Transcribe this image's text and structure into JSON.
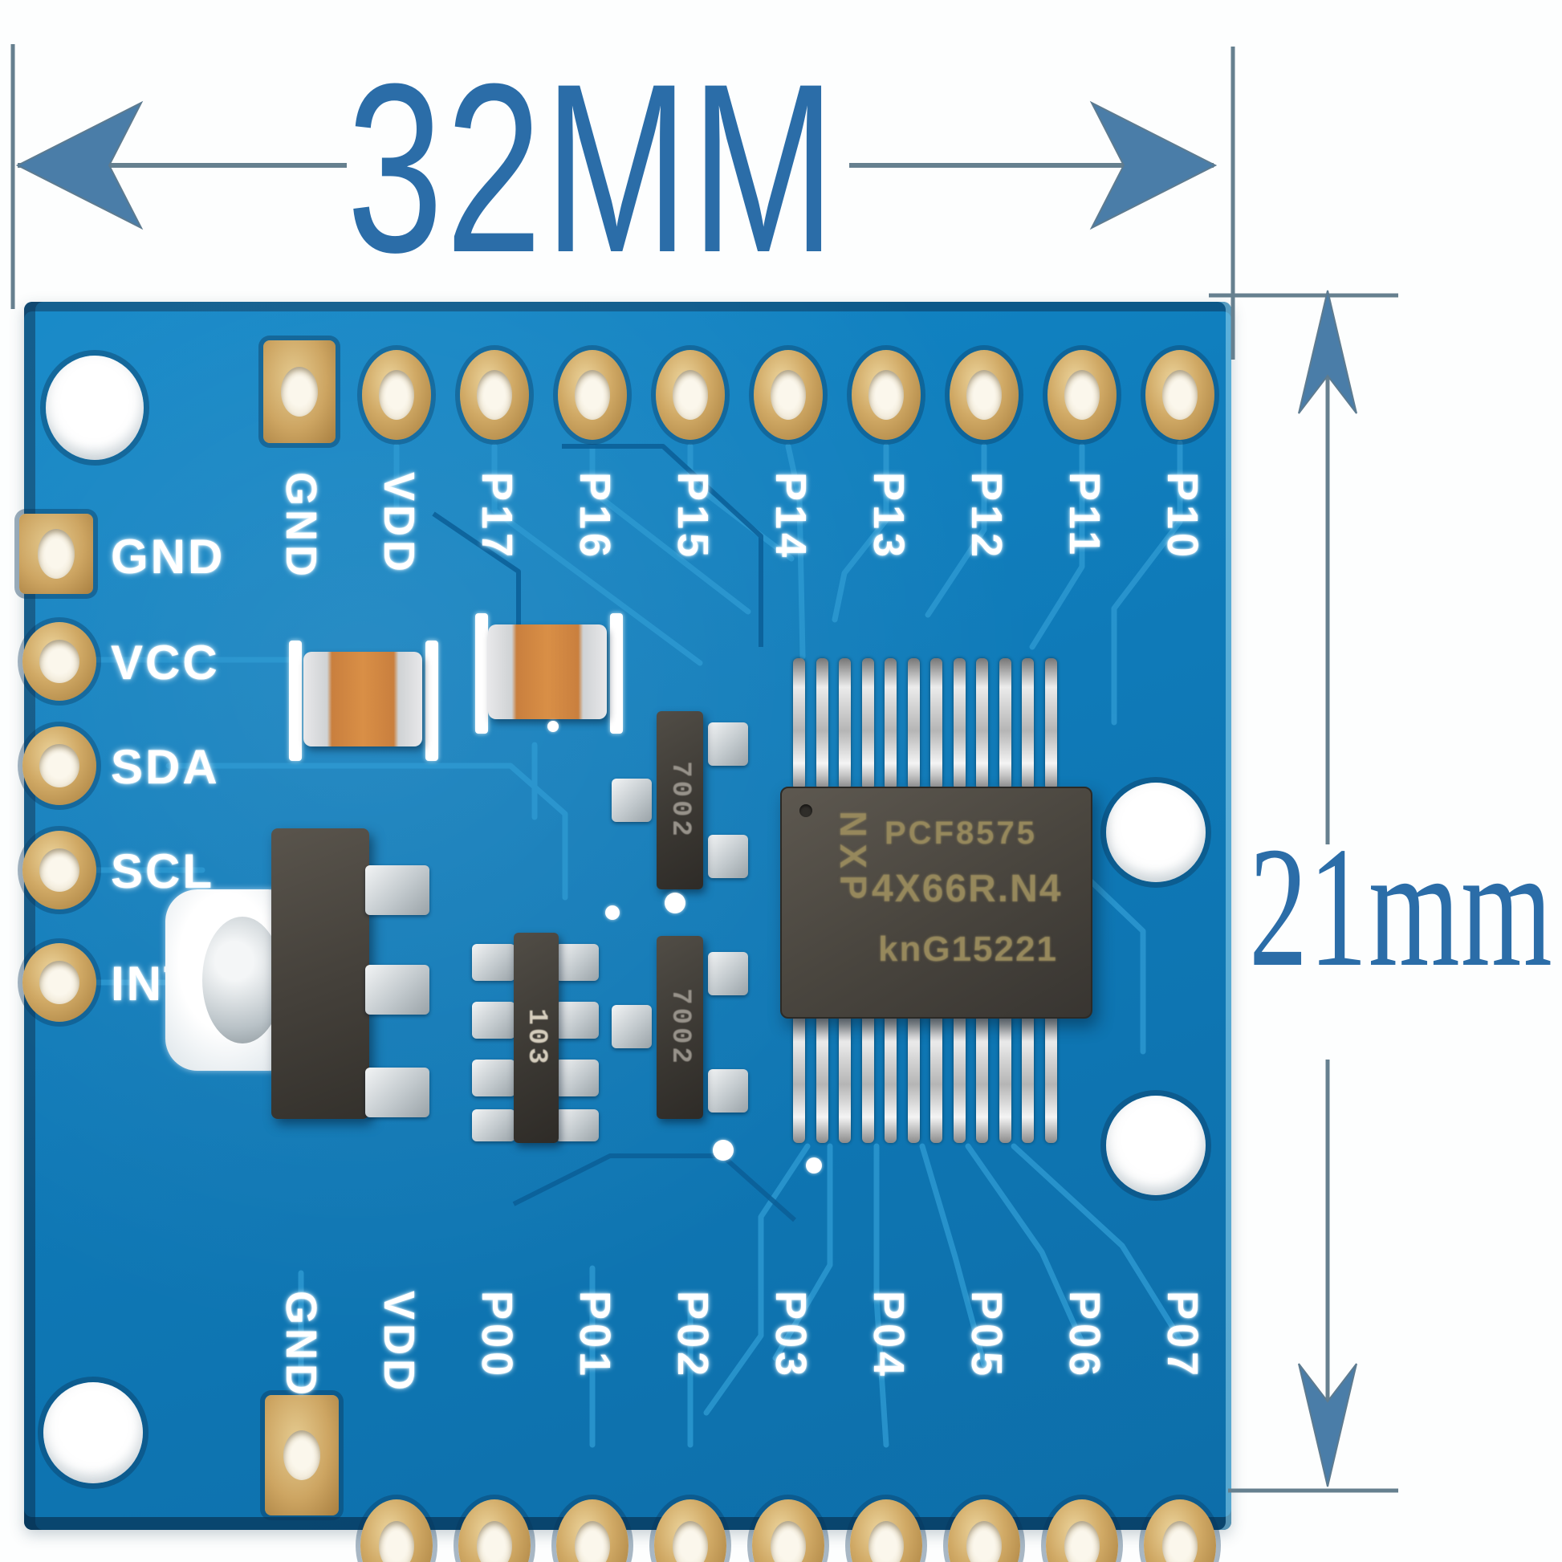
{
  "dimension_annotations": {
    "width_label": "32MM",
    "height_label": "21mm"
  },
  "board": {
    "top_row": [
      "GND",
      "VDD",
      "P17",
      "P16",
      "P15",
      "P14",
      "P13",
      "P12",
      "P11",
      "P10"
    ],
    "left_column": [
      "GND",
      "VCC",
      "SDA",
      "SCL",
      "INT"
    ],
    "bottom_row": [
      "GND",
      "VDD",
      "P00",
      "P01",
      "P02",
      "P03",
      "P04",
      "P05",
      "P06",
      "P07"
    ],
    "ic": {
      "manufacturer_logo": "NXP",
      "marking_line1": "PCF8575",
      "marking_line2": "4X66R.N4",
      "marking_line3": "knG15221"
    },
    "transistor_marking": "7002",
    "resistor_network_marking": "103"
  },
  "colors": {
    "board_blue": "#0f7ab8",
    "trace_blue": "#2e9ad2",
    "pad_gold": "#cda562",
    "silkscreen_white": "#ffffff",
    "dimension_text_blue": "#2b6da8",
    "dimension_line_gray": "#66808f",
    "arrow_blue": "#4a7da8",
    "ic_body_gray": "#4a463f"
  }
}
